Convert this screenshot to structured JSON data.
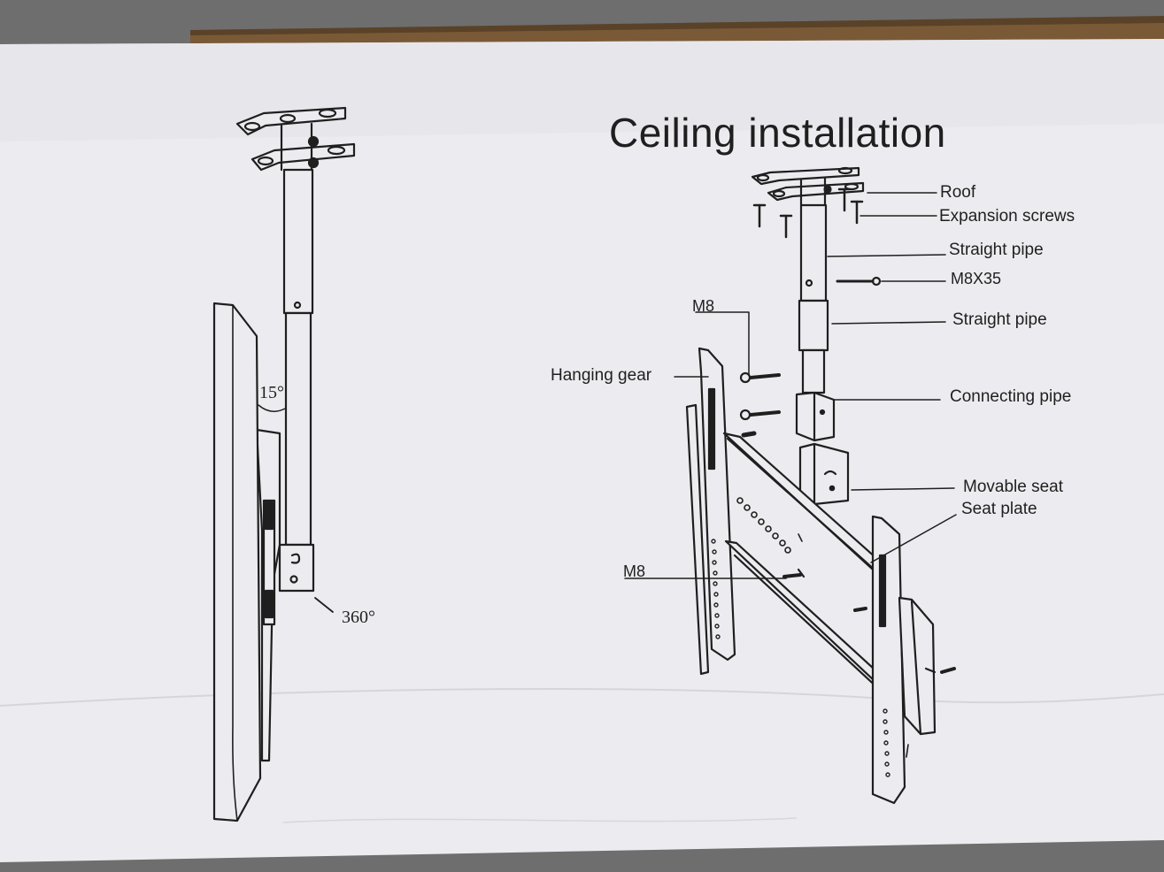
{
  "title": "Ceiling installation",
  "side_view": {
    "tilt_angle": "15°",
    "rotation_angle": "360°"
  },
  "labels": {
    "roof": "Roof",
    "expansion_screws": "Expansion screws",
    "straight_pipe_top": "Straight pipe",
    "bolt": "M8X35",
    "straight_pipe_bottom": "Straight pipe",
    "connecting_pipe": "Connecting pipe",
    "movable_seat": "Movable seat",
    "seat_plate": "Seat plate",
    "hanging_gear": "Hanging gear",
    "m8_top": "M8",
    "m8_bottom": "M8"
  },
  "colors": {
    "box_surface": "#ecebef",
    "cardboard_edge": "#7a5a36",
    "ink": "#1f1f1f"
  }
}
